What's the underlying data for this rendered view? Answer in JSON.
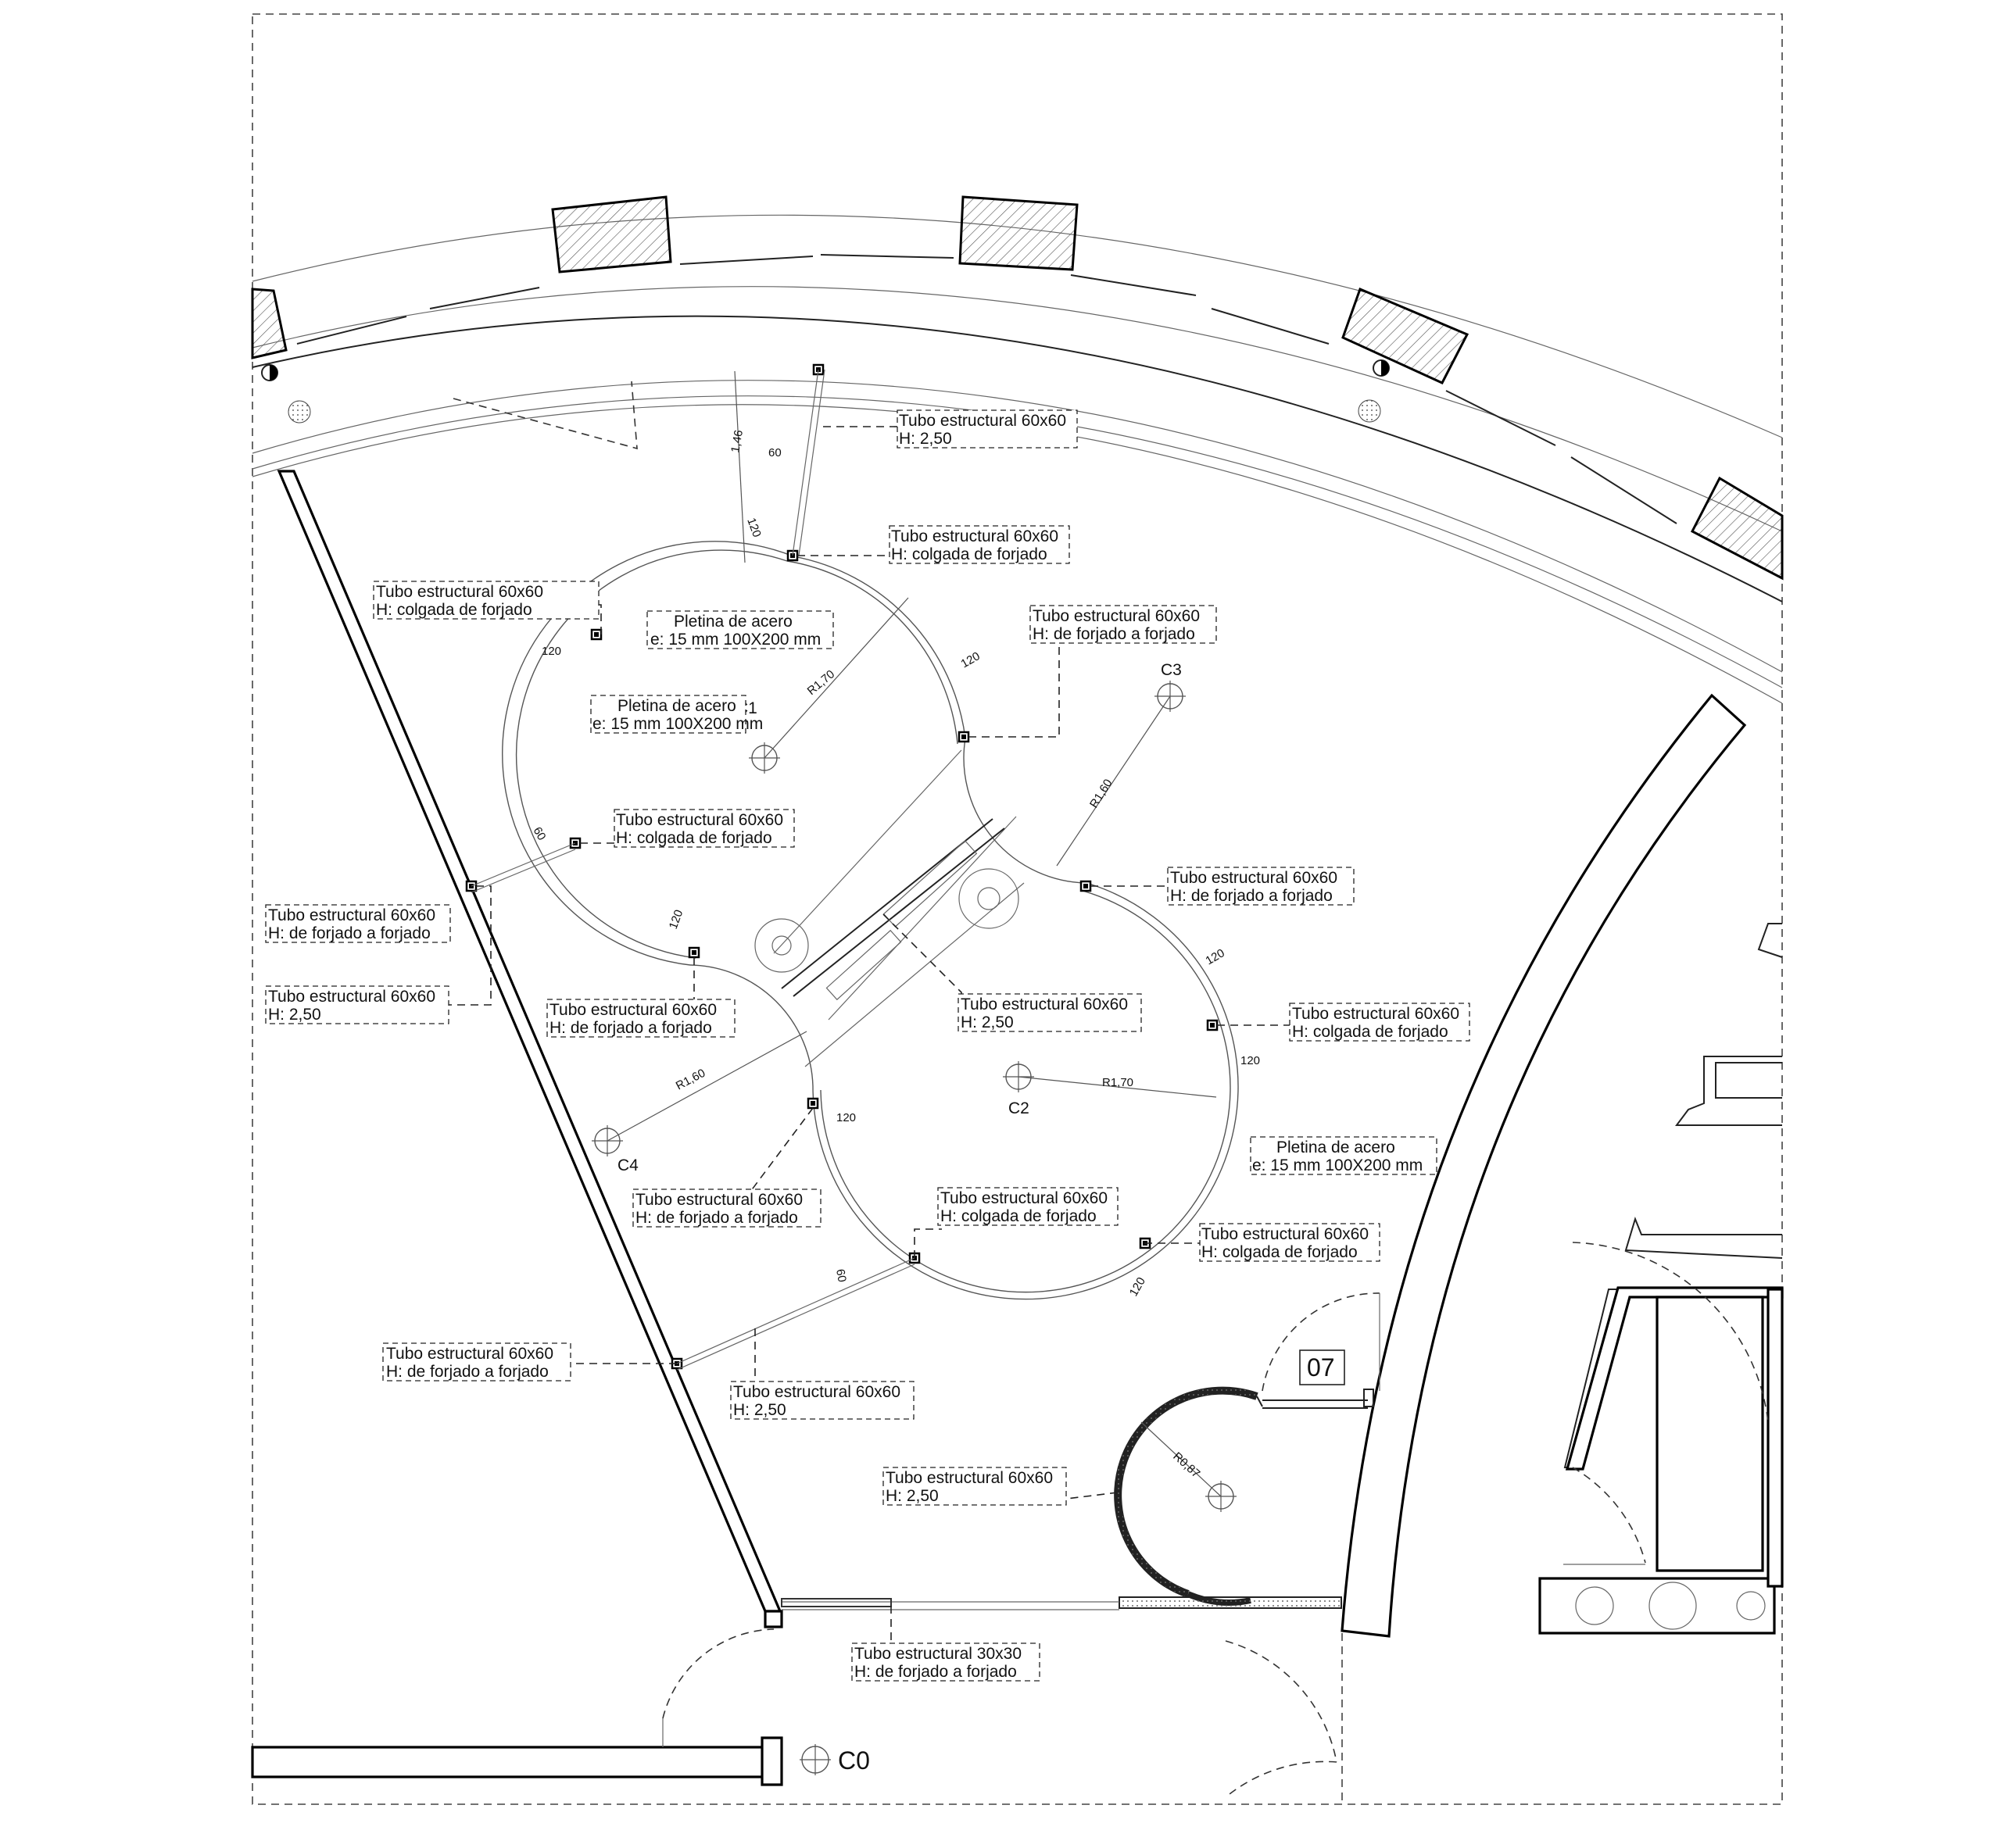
{
  "labels": {
    "l1": {
      "line1": "Tubo estructural 60x60",
      "line2": "H: 2,50"
    },
    "l2": {
      "line1": "Tubo estructural 60x60",
      "line2": "H: colgada de forjado"
    },
    "l3": {
      "line1": "Tubo estructural 60x60",
      "line2": "H: colgada de forjado"
    },
    "l4": {
      "line1": "Pletina de acero",
      "line2": "e: 15 mm 100X200 mm"
    },
    "l5": {
      "line1": "Tubo estructural 60x60",
      "line2": "H: de forjado a forjado"
    },
    "l6": {
      "line1": "Pletina de acero",
      "line2": "e: 15 mm 100X200 mm"
    },
    "l7": {
      "line1": "Tubo estructural 60x60",
      "line2": "H: colgada de forjado"
    },
    "l8": {
      "line1": "Tubo estructural 60x60",
      "line2": "H: de forjado a forjado"
    },
    "l9": {
      "line1": "Tubo estructural 60x60",
      "line2": "H: de forjado a forjado"
    },
    "l10": {
      "line1": "Tubo estructural 60x60",
      "line2": "H: 2,50"
    },
    "l11": {
      "line1": "Tubo estructural 60x60",
      "line2": "H: de forjado a forjado"
    },
    "l12": {
      "line1": "Tubo estructural 60x60",
      "line2": "H: 2,50"
    },
    "l13": {
      "line1": "Tubo estructural 60x60",
      "line2": "H: colgada de forjado"
    },
    "l14": {
      "line1": "Pletina de acero",
      "line2": "e: 15 mm 100X200 mm"
    },
    "l15": {
      "line1": "Tubo estructural 60x60",
      "line2": "H: de forjado a forjado"
    },
    "l16": {
      "line1": "Tubo estructural 60x60",
      "line2": "H: colgada de forjado"
    },
    "l17": {
      "line1": "Tubo estructural 60x60",
      "line2": "H: colgada de forjado"
    },
    "l18": {
      "line1": "Tubo estructural 60x60",
      "line2": "H: de forjado a forjado"
    },
    "l19": {
      "line1": "Tubo estructural 60x60",
      "line2": "H: 2,50"
    },
    "l20": {
      "line1": "Tubo estructural 60x60",
      "line2": "H: 2,50"
    },
    "l21": {
      "line1": "Tubo estructural 30x30",
      "line2": "H: de forjado a forjado"
    }
  },
  "centers": {
    "c0": "C0",
    "c1": "C1",
    "c2": "C2",
    "c3": "C3",
    "c4": "C4"
  },
  "radii": {
    "r1": "R1,70",
    "r2": "R1,60",
    "r3": "R1,70",
    "r4": "R1,60",
    "r5": "R0,87"
  },
  "dims": {
    "d146": "1,46",
    "d60a": "60",
    "d120a": "120",
    "d120b": "120",
    "d120c": "120",
    "d60b": "60",
    "d120d": "120",
    "d120e": "120",
    "d120f": "120",
    "d120g": "120",
    "d60c": "60",
    "d120h": "120"
  },
  "room_number": "07"
}
